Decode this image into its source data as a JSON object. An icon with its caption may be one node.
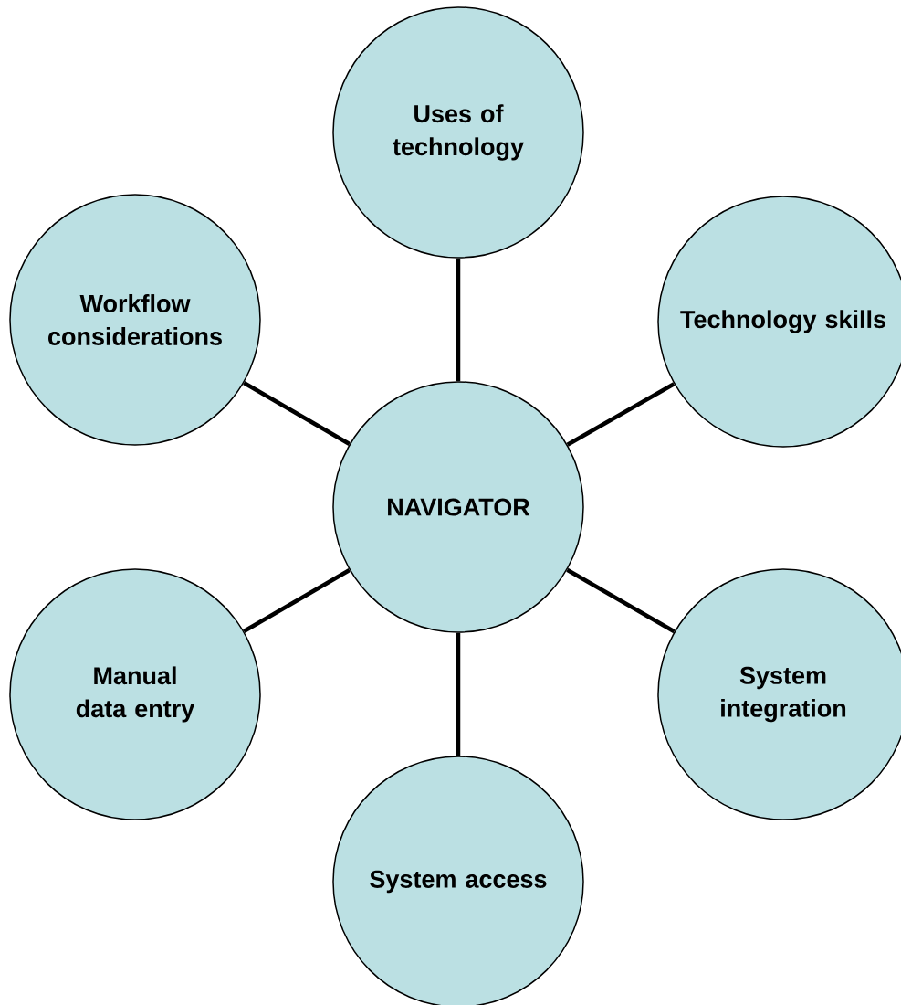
{
  "diagram": {
    "nodes": [
      {
        "text": [
          "NAVIGATOR"
        ]
      },
      {
        "text": [
          "Uses of technology"
        ]
      },
      {
        "text": [
          "Technology skills"
        ]
      },
      {
        "text": [
          "System integration"
        ]
      },
      {
        "text": [
          "System access"
        ]
      },
      {
        "text": [
          "Manual data entry"
        ]
      },
      {
        "text": [
          "Workflow considerations"
        ]
      }
    ],
    "edges": [
      {
        "from": 0,
        "to": 1,
        "arrow": "none"
      },
      {
        "from": 0,
        "to": 2,
        "arrow": "none"
      },
      {
        "from": 0,
        "to": 3,
        "arrow": "none"
      },
      {
        "from": 0,
        "to": 4,
        "arrow": "none"
      },
      {
        "from": 0,
        "to": 5,
        "arrow": "none"
      },
      {
        "from": 0,
        "to": 6,
        "arrow": "none"
      }
    ]
  }
}
